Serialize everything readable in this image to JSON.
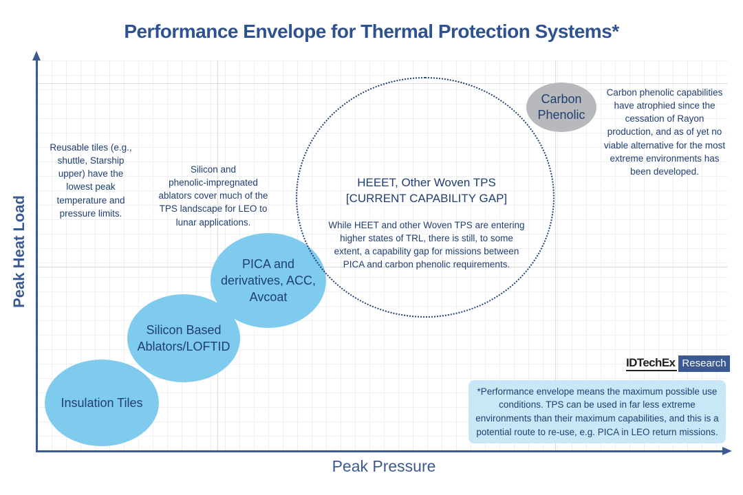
{
  "title": "Performance Envelope for Thermal Protection Systems*",
  "axes": {
    "y_label": "Peak Heat Load",
    "x_label": "Peak Pressure"
  },
  "ellipses": {
    "insulation_tiles": [
      "Insulation Tiles"
    ],
    "silicon_based": [
      "Silicon Based",
      "Ablators/LOFTID"
    ],
    "pica": [
      "PICA and",
      "derivatives, ACC,",
      "Avcoat"
    ]
  },
  "capability_gap": {
    "title": [
      "HEEET, Other Woven TPS",
      "[CURRENT CAPABILITY GAP]"
    ],
    "text": [
      "While HEET and other Woven TPS are entering",
      "higher states of TRL, there is still, to some",
      "extent, a capability gap for missions between",
      "PICA and carbon phenolic requirements."
    ]
  },
  "carbon_phenolic": [
    "Carbon",
    "Phenolic"
  ],
  "notes": {
    "reusable": [
      "Reusable tiles (e.g.,",
      "shuttle, Starship",
      "upper) have the",
      "lowest peak",
      "temperature and",
      "pressure limits."
    ],
    "silicon": [
      "Silicon and",
      "phenolic-impregnated",
      "ablators cover much of the",
      "TPS landscape for LEO to",
      "lunar applications."
    ],
    "carbon": [
      "Carbon phenolic capabilities",
      "have atrophied since the",
      "cessation of Rayon",
      "production, and as of yet no",
      "viable alternative for the most",
      "extreme environments has",
      "been developed."
    ]
  },
  "logo": {
    "main": "IDTechEx",
    "sub": "Research"
  },
  "footnote": [
    "*Performance envelope means the maximum possible use",
    "conditions. TPS can be used in far less extreme",
    "environments than their maximum capabilities, and this is a",
    "potential route to re-use, e.g. PICA in LEO return missions."
  ],
  "colors": {
    "title": "#2e5290",
    "axis": "#3b5a92",
    "ellipse_fill": "#7ecbee",
    "text_dark": "#1f3e72",
    "carbon_fill": "#b8b9bc",
    "footnote_fill": "#c8e8f8"
  }
}
